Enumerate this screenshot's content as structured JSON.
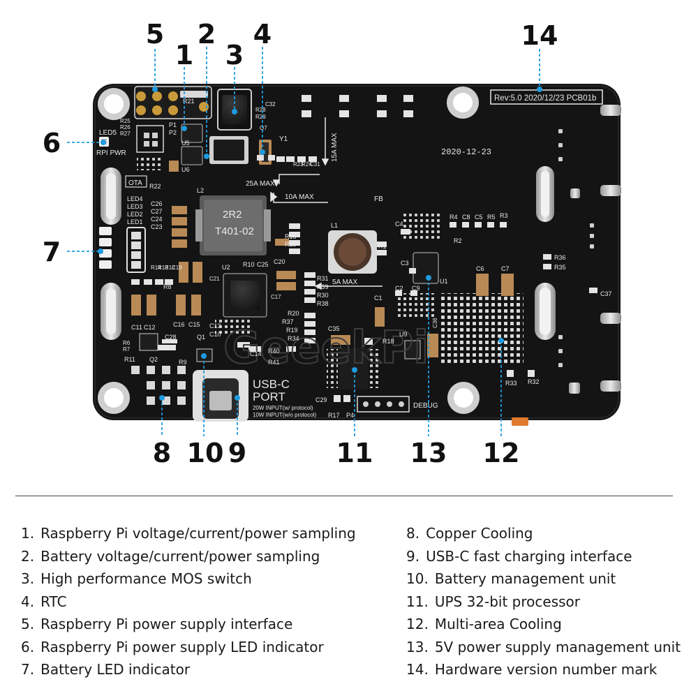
{
  "callouts": [
    "5",
    "2",
    "1",
    "3",
    "4",
    "14",
    "6",
    "7",
    "8",
    "10",
    "9",
    "11",
    "13",
    "12"
  ],
  "board_text": {
    "rev": "Rev:5.0 2020/12/23 PCB01b",
    "date": "2020-12-23",
    "usbc_title_1": "USB-C",
    "usbc_title_2": "PORT",
    "usbc_note_1": "20W INPUT(w/ protocol)",
    "usbc_note_2": "10W INPUT(w/o protocol)",
    "debug": "DEBUG",
    "max_15a": "15A MAX",
    "max_25a": "25A MAX",
    "max_10a": "10A MAX",
    "max_5a": "5A MAX",
    "ota": "OTA",
    "led5": "LED5",
    "rpi_pwr": "RPI PWR",
    "fb": "FB",
    "inductor_1": "2R2",
    "inductor_2": "T401-02",
    "watermark": "GeeekPi",
    "labels": {
      "r21": "R21",
      "p1": "P1",
      "p2": "P2",
      "u5": "U5",
      "u6": "U6",
      "r25": "R25",
      "r26": "R26",
      "r27": "R27",
      "r28": "R28",
      "r29": "R29",
      "c32": "C32",
      "q7": "Q7",
      "y1": "Y1",
      "r23": "R23",
      "r24": "R24",
      "c31": "C31",
      "r22": "R22",
      "l2": "L2",
      "led4": "LED4",
      "led3": "LED3",
      "led2": "LED2",
      "led1": "LED1",
      "c26": "C26",
      "c27": "C27",
      "c24": "C24",
      "c23": "C23",
      "r14": "R14",
      "r13": "R13",
      "r12": "R12",
      "c19": "C19",
      "r16": "R16",
      "r15": "R15",
      "r10": "R10",
      "c25": "C25",
      "c20": "C20",
      "u2": "U2",
      "c21": "C21",
      "r8": "R8",
      "c17": "C17",
      "r31": "R31",
      "r39": "R39",
      "r30": "R30",
      "r38": "R38",
      "r20": "R20",
      "r37": "R37",
      "r19": "R19",
      "r34": "R34",
      "c11": "C11",
      "c12": "C12",
      "c16": "C16",
      "c15": "C15",
      "c13": "C13",
      "c10": "C10",
      "c28": "C28",
      "q1": "Q1",
      "c14": "C14",
      "r40": "R40",
      "r41": "R41",
      "r9": "R9",
      "r6": "R6",
      "r7": "R7",
      "r11": "R11",
      "q2": "Q2",
      "c35": "C35",
      "r18": "R18",
      "c29": "C29",
      "r17": "R17",
      "p4": "P4",
      "l1": "L1",
      "r1": "R1",
      "c4": "C4",
      "c3": "C3",
      "c2": "C2",
      "c9": "C9",
      "c1": "C1",
      "r4": "R4",
      "c8": "C8",
      "c5": "C5",
      "r5": "R5",
      "r3": "R3",
      "r2": "R2",
      "c6": "C6",
      "c7": "C7",
      "u1": "U1",
      "u9": "U9",
      "c36": "C36",
      "r36": "R36",
      "r35": "R35",
      "c37": "C37",
      "r33": "R33",
      "r32": "R32"
    }
  },
  "legend_left": [
    {
      "num": "1.",
      "text": "Raspberry Pi voltage/current/power sampling"
    },
    {
      "num": "2.",
      "text": "Battery voltage/current/power sampling"
    },
    {
      "num": "3.",
      "text": "High performance MOS switch"
    },
    {
      "num": "4.",
      "text": "RTC"
    },
    {
      "num": "5.",
      "text": "Raspberry Pi power supply interface"
    },
    {
      "num": "6.",
      "text": "Raspberry Pi power supply LED indicator"
    },
    {
      "num": "7.",
      "text": "Battery LED indicator"
    }
  ],
  "legend_right": [
    {
      "num": "8.",
      "text": "Copper Cooling"
    },
    {
      "num": "9.",
      "text": "USB-C fast charging interface"
    },
    {
      "num": "10.",
      "text": "Battery management unit"
    },
    {
      "num": "11.",
      "text": "UPS 32-bit processor"
    },
    {
      "num": "12.",
      "text": "Multi-area Cooling"
    },
    {
      "num": "13.",
      "text": "5V power supply management unit"
    },
    {
      "num": "14.",
      "text": "Hardware version number mark"
    }
  ],
  "colors": {
    "board": "#141414",
    "silkscreen": "#e8e8e8",
    "callout_line": "#1e9be0",
    "gold": "#c99a3a",
    "copper": "#c8b28f",
    "capacitor_tan": "#b98a55",
    "connector_orange": "#e07a2f"
  }
}
